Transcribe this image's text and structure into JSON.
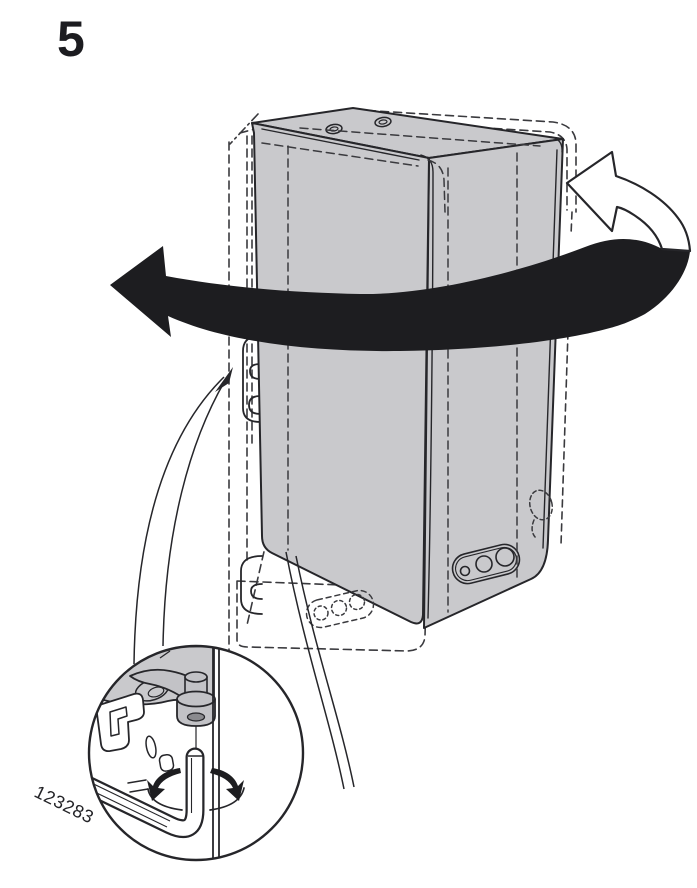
{
  "page": {
    "step_number": "5",
    "background_color": "#ffffff"
  },
  "illustration": {
    "part_number_label": "123283",
    "colors": {
      "line": "#26262a",
      "dashed_line": "#3a3a3e",
      "speaker_fill": "#c9c9cc",
      "knob_fill": "#c2c2c6",
      "knob_hole": "#8a8a8e",
      "arrow_black": "#1d1d20",
      "arrow_white": "#ffffff",
      "paper": "#ffffff"
    },
    "icons": {
      "rotation_arrow": "rotate-speaker-ribbon-arrow",
      "detail_view": "magnifier-detail-circle",
      "tool": "hex-key",
      "tighten_arrows": "clockwise-turn-arrows",
      "callout": "detail-location-arrow"
    }
  }
}
